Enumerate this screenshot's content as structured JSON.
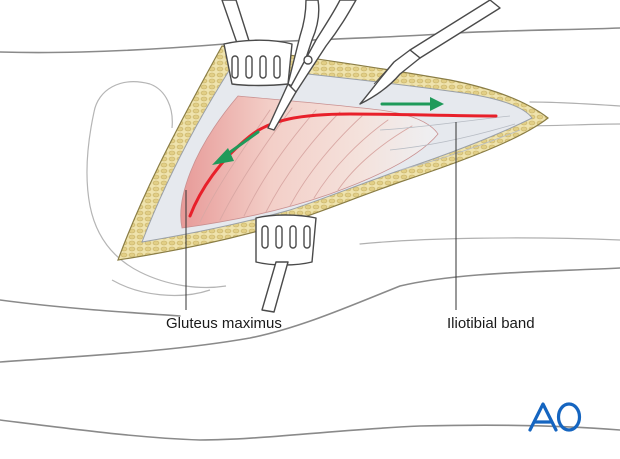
{
  "labels": {
    "gluteus_maximus": "Gluteus maximus",
    "iliotibial_band": "Iliotibial band"
  },
  "logo": {
    "text": "AO",
    "color": "#1565c0"
  },
  "colors": {
    "incision_line": "#e8202a",
    "direction_arrow": "#1f9a5a",
    "outline": "#7a7a7a",
    "fat_layer": "#e9dca2",
    "muscle": "#f1c9c4",
    "fascia": "#e6e9ee"
  },
  "icons": {
    "arrow_left_down": "green-arrow-icon",
    "arrow_right": "green-arrow-icon"
  }
}
